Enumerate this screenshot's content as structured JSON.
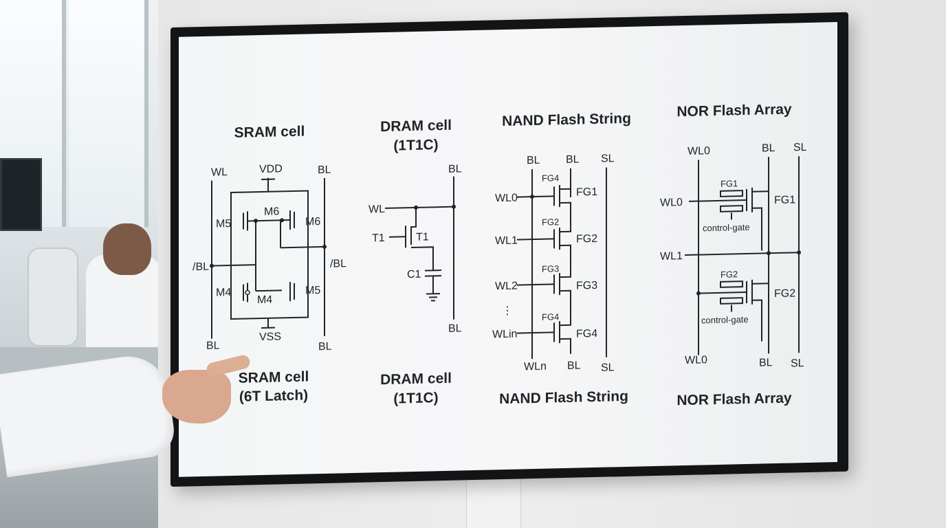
{
  "scene": {
    "subject": "monitor-with-memory-cell-schematics",
    "icons": [
      "pointing-hand-icon"
    ]
  },
  "sram": {
    "title_top": "SRAM cell",
    "title_bottom_1": "SRAM cell",
    "title_bottom_2": "(6T Latch)",
    "wl": "WL",
    "bl_left": "BL",
    "bl_right_top": "BL",
    "bl_right_bottom": "BL",
    "blbar_left": "/BL",
    "blbar_right": "/BL",
    "vdd": "VDD",
    "vss": "VSS",
    "m5_left": "M5",
    "m6_center": "M6",
    "m6_right": "M6",
    "m4_left": "M4",
    "m4_center": "M4",
    "m5_right": "M5"
  },
  "dram": {
    "title_top_1": "DRAM cell",
    "title_top_2": "(1T1C)",
    "title_bottom_1": "DRAM cell",
    "title_bottom_2": "(1T1C)",
    "bl_top": "BL",
    "bl_bottom": "BL",
    "wl": "WL",
    "t1_left": "T1",
    "t1_right": "T1",
    "c1": "C1"
  },
  "nand": {
    "title_top": "NAND Flash String",
    "title_bottom": "NAND Flash String",
    "bl_top_1": "BL",
    "bl_top_2": "BL",
    "sl_top": "SL",
    "bl_bottom": "BL",
    "sl_bottom": "SL",
    "wln_bottom": "WLn",
    "rows": [
      {
        "wl": "WL0",
        "fg_small": "FG4",
        "fg": "FG1"
      },
      {
        "wl": "WL1",
        "fg_small": "FG2",
        "fg": "FG2"
      },
      {
        "wl": "WL2",
        "fg_small": "FG3",
        "fg": "FG3"
      },
      {
        "wl": "WLin",
        "fg_small": "FG4",
        "fg": "FG4"
      }
    ],
    "ellipsis": "⋮"
  },
  "nor": {
    "title_top": "NOR Flash Array",
    "title_bottom": "NOR Flash Array",
    "wl0_top": "WL0",
    "bl_top": "BL",
    "sl_top": "SL",
    "wl0_mid": "WL0",
    "wl1": "WL1",
    "wl0_bottom": "WL0",
    "bl_bottom": "BL",
    "sl_bottom": "SL",
    "fg1_gate": "FG1",
    "fg1_right": "FG1",
    "fg2_gate": "FG2",
    "fg2_right": "FG2",
    "control_gate_1": "control-gate",
    "control_gate_2": "control-gate"
  }
}
